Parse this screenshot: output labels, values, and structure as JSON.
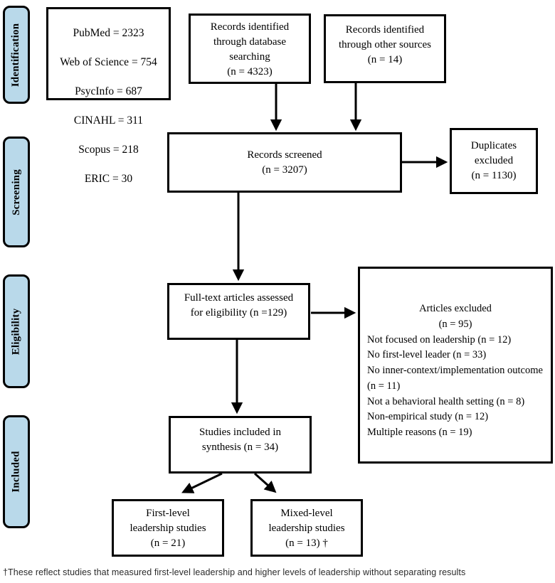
{
  "sidebar": {
    "stages": [
      {
        "label": "Identification"
      },
      {
        "label": "Screening"
      },
      {
        "label": "Eligibility"
      },
      {
        "label": "Included"
      }
    ]
  },
  "boxes": {
    "databases": {
      "lines": [
        "PubMed = 2323",
        "Web of Science = 754",
        "PsycInfo = 687",
        "CINAHL = 311",
        "Scopus = 218",
        "ERIC = 30"
      ]
    },
    "records_database": {
      "text": "Records identified\nthrough database\nsearching\n(n = 4323)"
    },
    "records_other": {
      "text": "Records identified\nthrough other sources\n(n = 14)"
    },
    "records_screened": {
      "text": "Records screened\n(n = 3207)"
    },
    "duplicates_excluded": {
      "text": "Duplicates\nexcluded\n(n = 1130)"
    },
    "fulltext_assessed": {
      "text": "Full-text articles assessed\nfor eligibility (n =129)"
    },
    "articles_excluded": {
      "title": "Articles excluded",
      "count": "(n = 95)",
      "reasons": [
        "Not focused on leadership (n = 12)",
        "No first-level leader (n = 33)",
        "No inner-context/implementation outcome (n = 11)",
        "Not a behavioral health setting (n = 8)",
        "Non-empirical study (n = 12)",
        "Multiple reasons  (n = 19)"
      ]
    },
    "studies_included": {
      "text": "Studies included in\nsynthesis (n = 34)"
    },
    "first_level": {
      "text": "First-level\nleadership studies\n(n = 21)"
    },
    "mixed_level": {
      "text": "Mixed-level\nleadership studies\n(n = 13) †"
    }
  },
  "footnote": "†These reflect studies that measured first-level leadership and higher levels of leadership without separating results",
  "colors": {
    "stage_fill": "#b9d9ea",
    "line": "#000000"
  }
}
